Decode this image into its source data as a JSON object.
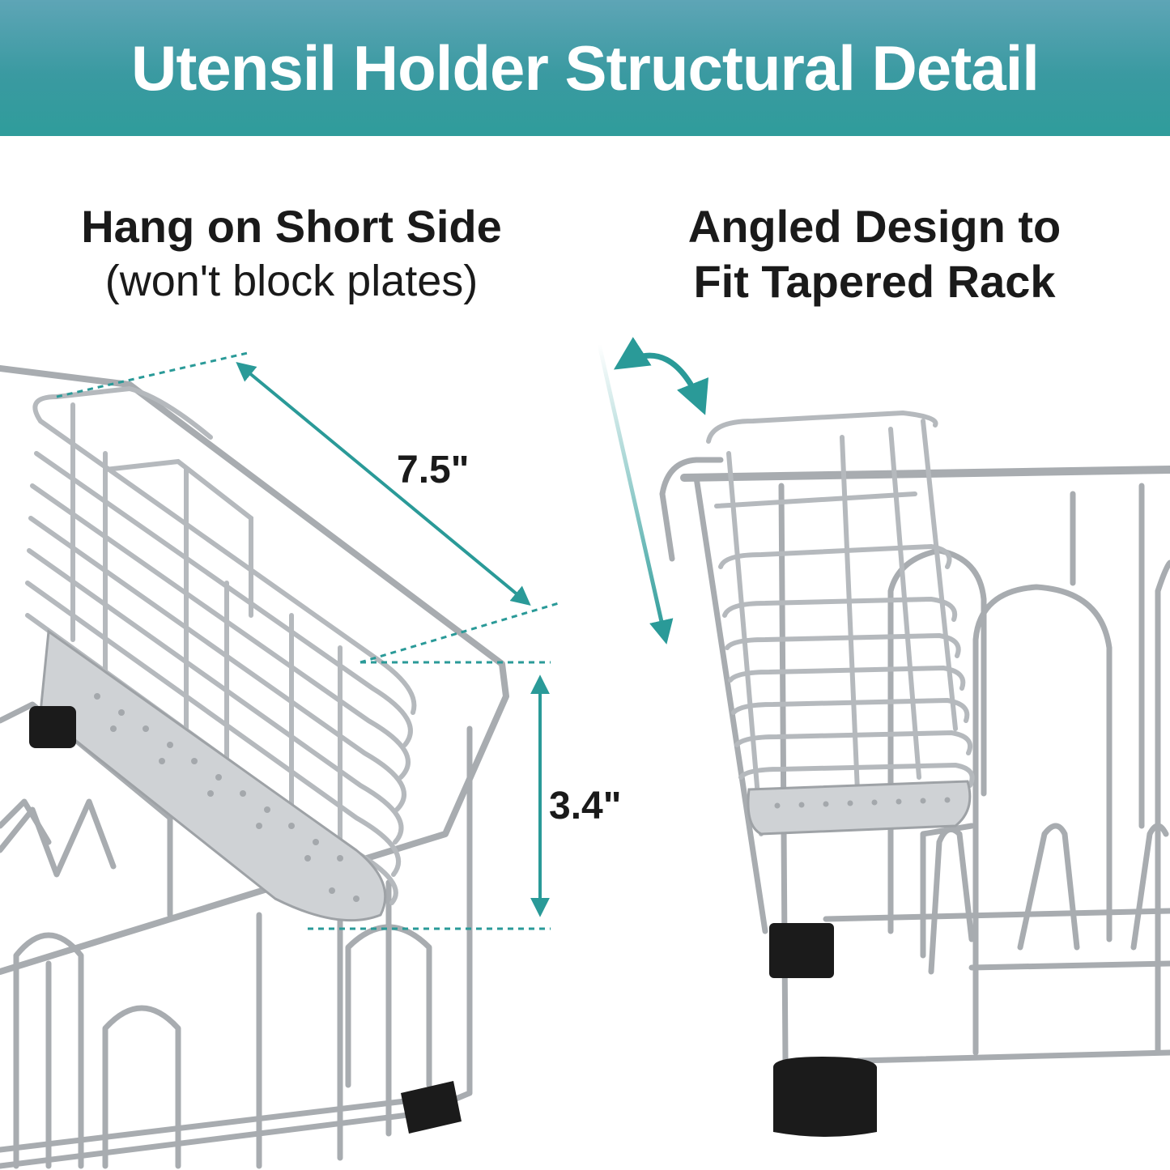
{
  "banner": {
    "title": "Utensil Holder Structural Detail"
  },
  "left_panel": {
    "heading": "Hang on Short Side",
    "subheading": "(won't block plates)",
    "dimension_length": "7.5\"",
    "dimension_height": "3.4\""
  },
  "right_panel": {
    "heading_line1": "Angled Design to",
    "heading_line2": "Fit Tapered Rack"
  },
  "colors": {
    "banner_teal": "#3a9aa1",
    "accent_teal": "#2a9a98",
    "wire_steel": "#a8acb0",
    "foot_black": "#1b1b1b"
  }
}
